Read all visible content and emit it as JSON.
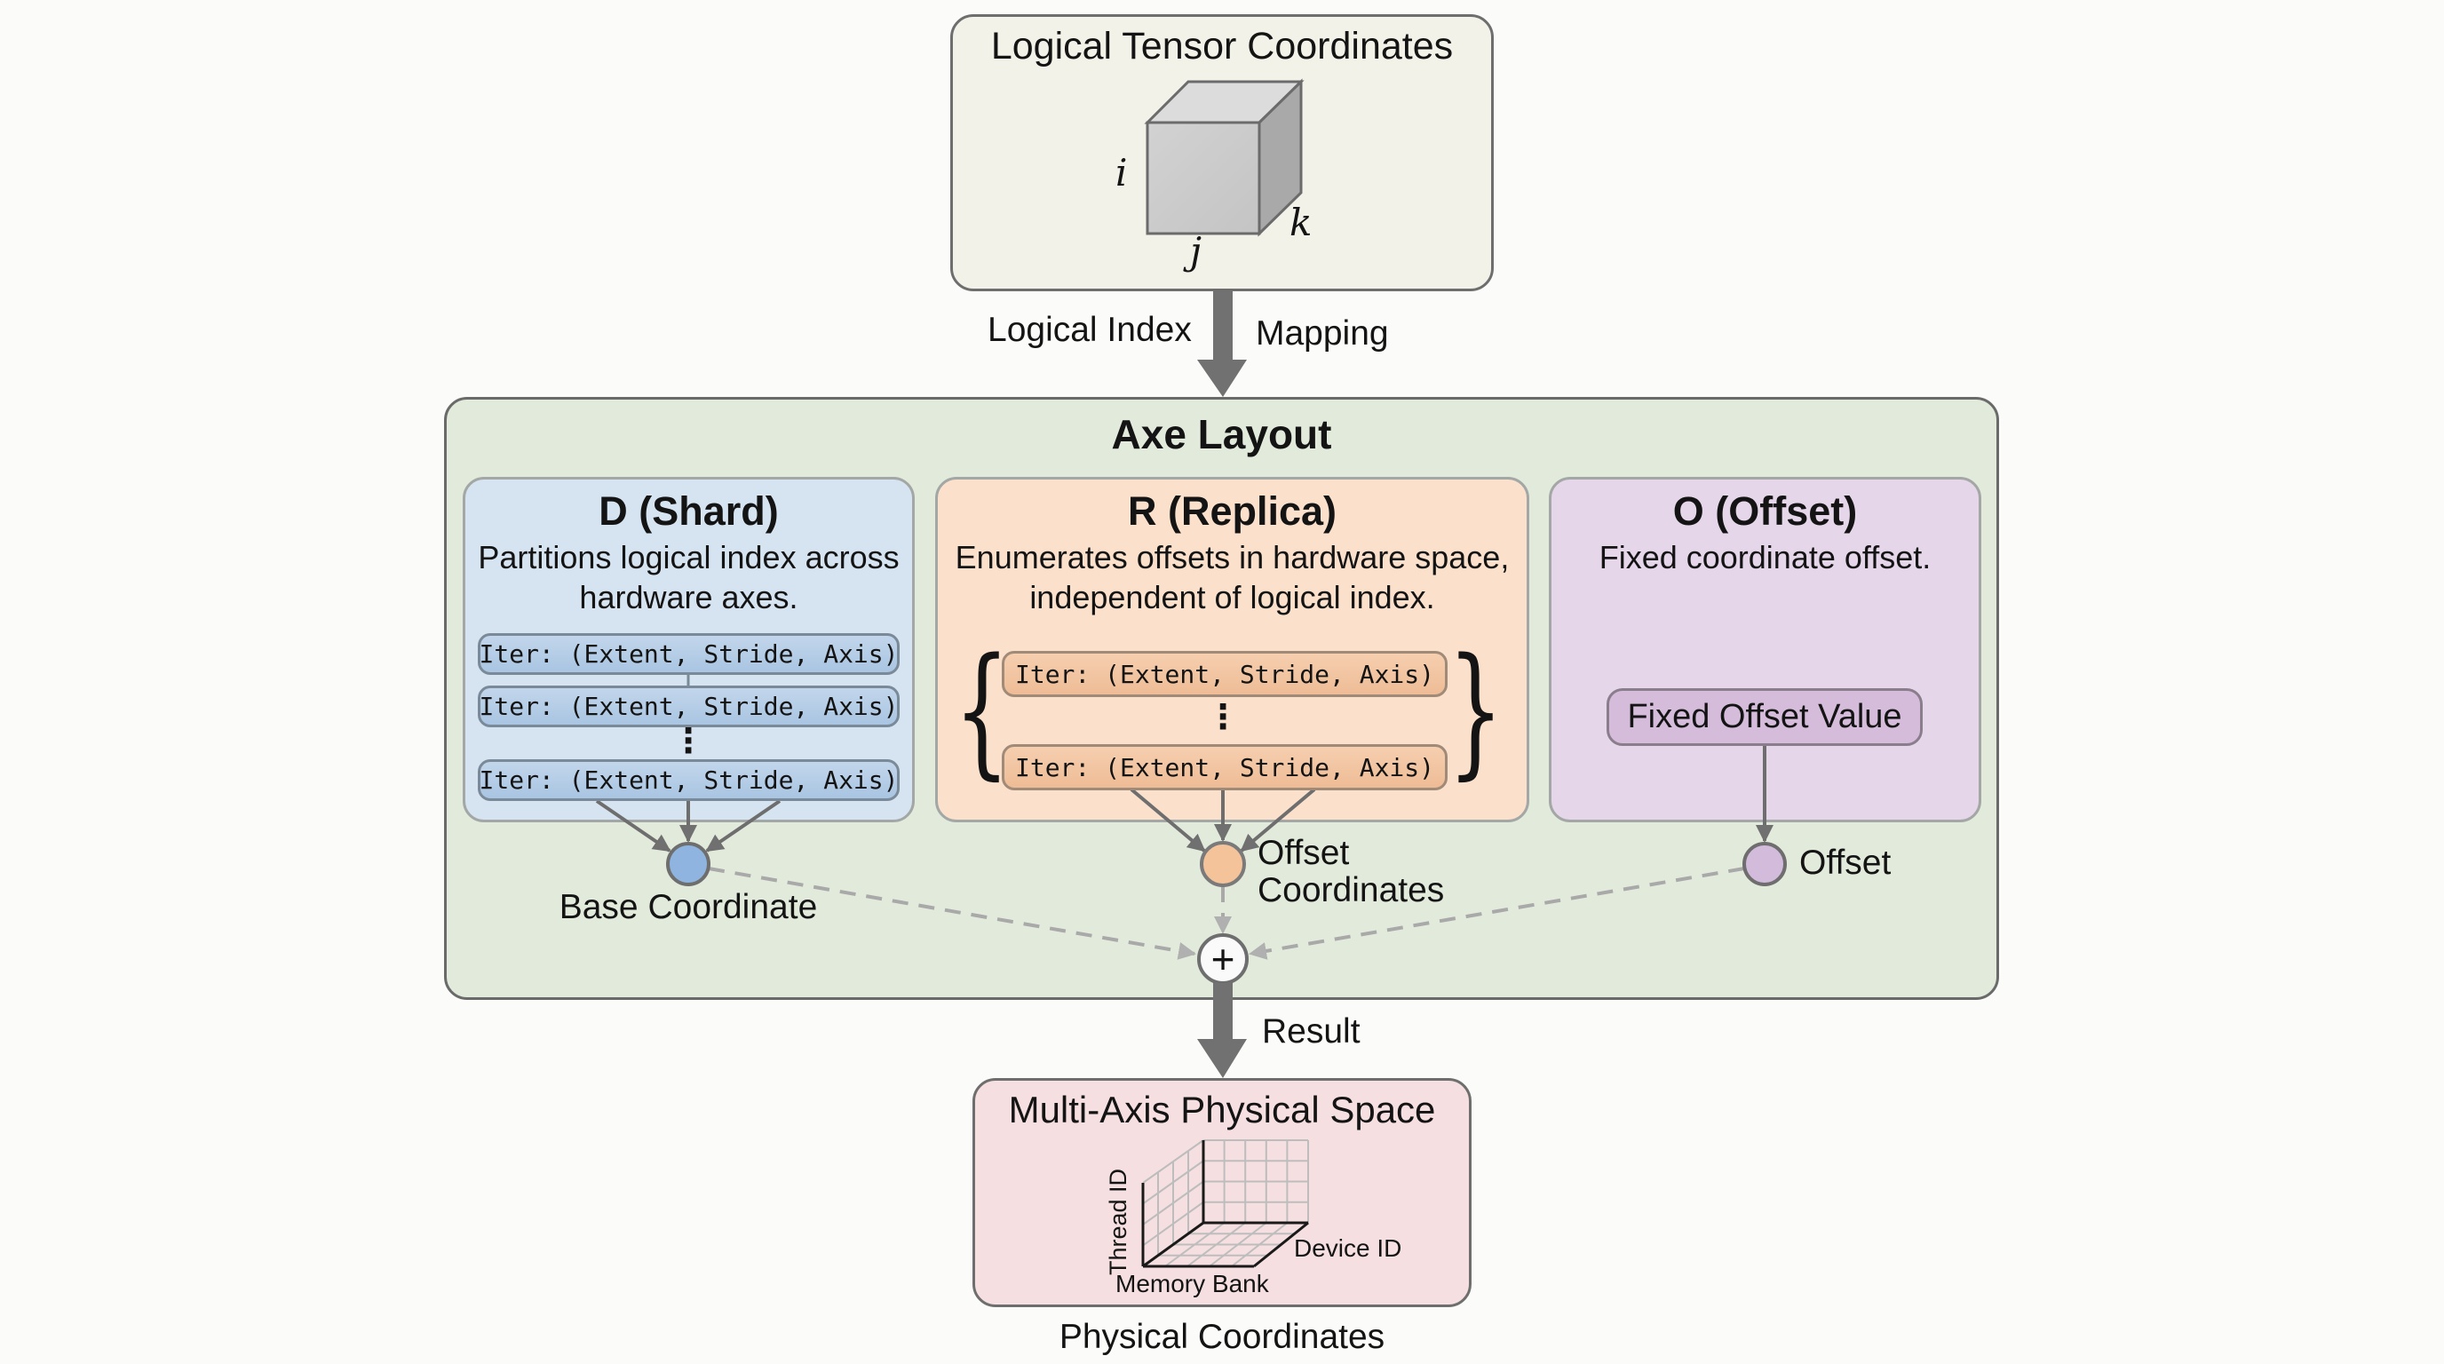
{
  "logical": {
    "title": "Logical Tensor Coordinates",
    "axes": {
      "i": "i",
      "j": "j",
      "k": "k"
    },
    "arrow_left_label": "Logical Index",
    "arrow_right_label": "Mapping"
  },
  "axe_layout": {
    "title": "Axe Layout",
    "panels": {
      "shard": {
        "heading": "D (Shard)",
        "desc_line1": "Partitions logical index across",
        "desc_line2": "hardware axes.",
        "iters": [
          "Iter: (Extent, Stride, Axis)",
          "Iter: (Extent, Stride, Axis)",
          "Iter: (Extent, Stride, Axis)"
        ],
        "ellipsis": "⋮",
        "output_label": "Base Coordinate"
      },
      "replica": {
        "heading": "R (Replica)",
        "desc_line1": "Enumerates offsets in hardware space,",
        "desc_line2": "independent of logical index.",
        "brace_left": "{",
        "brace_right": "}",
        "iters": [
          "Iter: (Extent, Stride, Axis)",
          "Iter: (Extent, Stride, Axis)"
        ],
        "ellipsis": "⋮",
        "output_label_line1": "Offset",
        "output_label_line2": "Coordinates"
      },
      "offset": {
        "heading": "O (Offset)",
        "desc_line1": "Fixed coordinate offset.",
        "value_box": "Fixed Offset Value",
        "output_label": "Offset"
      }
    },
    "combine_symbol": "+",
    "result_label": "Result"
  },
  "physical": {
    "title": "Multi-Axis Physical Space",
    "axis_vertical": "Thread ID",
    "axis_depth": "Device ID",
    "axis_horizontal": "Memory Bank",
    "caption": "Physical Coordinates"
  },
  "colors": {
    "shard_node": "#8fb4df",
    "replica_node": "#f4c39a",
    "offset_node": "#d3bbdc",
    "combine_node": "#ffffff",
    "arrow": "#6f6f6f",
    "dashed": "#a8a8a8"
  }
}
